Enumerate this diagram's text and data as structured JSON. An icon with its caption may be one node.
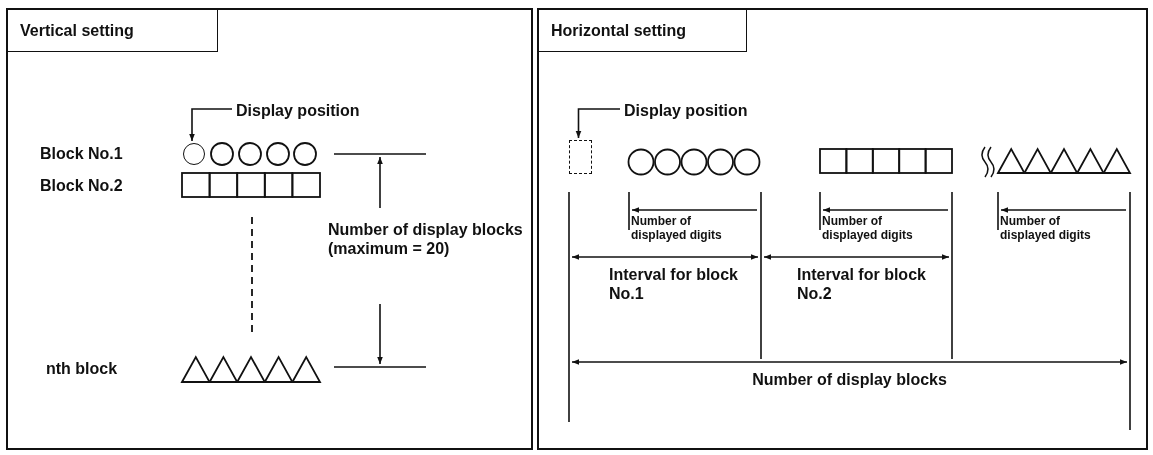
{
  "diagram": {
    "nodes": [
      {
        "text": [
          "Vertical setting"
        ]
      },
      {
        "text": [
          "Display position"
        ],
        "in": 0
      },
      {
        "text": [],
        "shape": "circle",
        "in": 0
      },
      {
        "text": [
          "Horizontal setting"
        ]
      },
      {
        "text": [
          "Display position"
        ],
        "in": 3
      },
      {
        "text": [],
        "shape": "box",
        "in": 3
      }
    ],
    "edges": [
      {
        "from": 1,
        "to": 2,
        "arrow": "to"
      },
      {
        "from": 4,
        "to": 5,
        "arrow": "to"
      }
    ],
    "labels": [
      "Block No.1",
      "Block No.2",
      "Number of display blocks (maximum = 20)",
      "nth block",
      "Number of displayed digits",
      "Number of displayed digits",
      "Number of displayed digits",
      "Interval for block No.1",
      "Interval for block No.2",
      "Number of display blocks"
    ]
  }
}
